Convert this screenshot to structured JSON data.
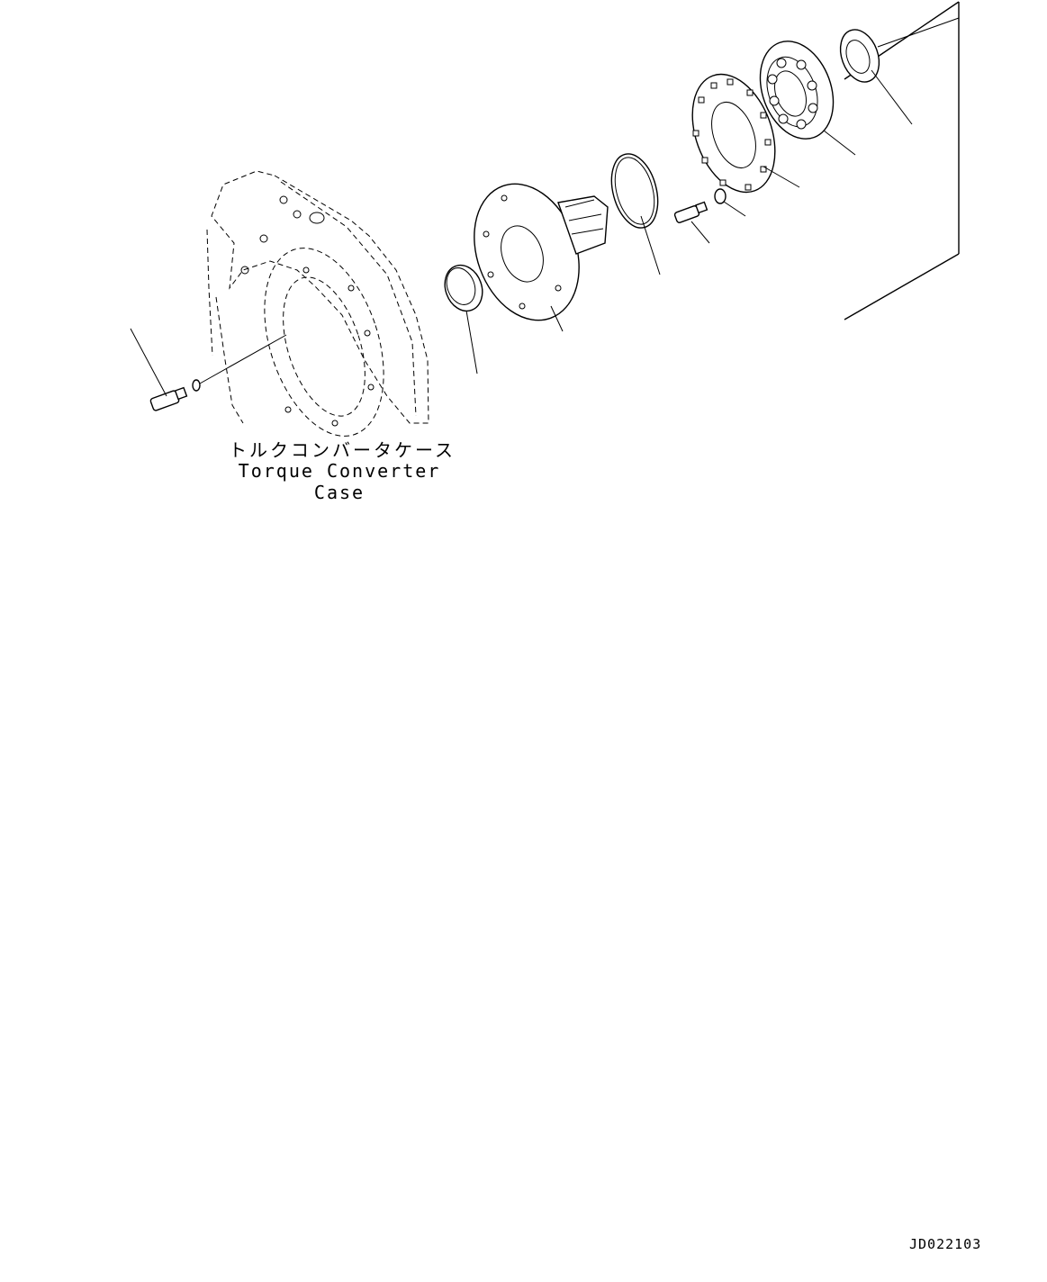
{
  "labels": {
    "case_jp": "トルクコンバータケース",
    "case_en": "Torque Converter Case",
    "drawing_id": "JD022103"
  }
}
